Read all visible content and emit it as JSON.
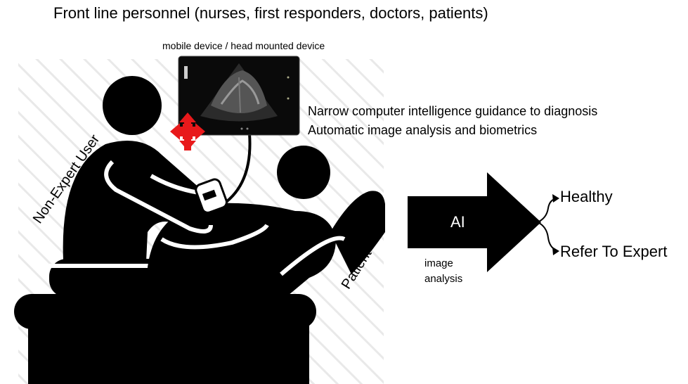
{
  "title": "Front line personnel (nurses, first responders, doctors, patients)",
  "device_label": "mobile device / head mounted device",
  "guidance": [
    "Narrow computer intelligence guidance to diagnosis",
    "Automatic image analysis and biometrics"
  ],
  "roles": {
    "user": "Non-Expert User",
    "patient": "Patient"
  },
  "ai": {
    "label": "AI",
    "caption": [
      "image",
      "analysis"
    ]
  },
  "outcomes": [
    "Healthy",
    "Refer To Expert"
  ],
  "colors": {
    "move_arrows": "#e8191b",
    "silhouette": "#000000",
    "hatch": "#e9e9e9"
  },
  "icons": {
    "move": "four-way-move-arrows-icon",
    "person": "person-silhouette-icon"
  }
}
